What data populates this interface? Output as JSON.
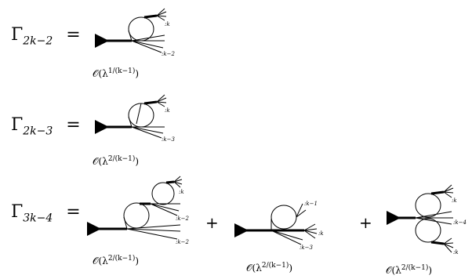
{
  "equations": [
    {
      "lhs_symbol": "Γ",
      "lhs_subscript": "2k−2",
      "equals": "=",
      "terms": [
        {
          "order": "𝒪(λ",
          "exponent": "1/(k−1)",
          "close": ")",
          "labels": [
            ":k",
            ":k−2"
          ]
        }
      ]
    },
    {
      "lhs_symbol": "Γ",
      "lhs_subscript": "2k−3",
      "equals": "=",
      "terms": [
        {
          "order": "𝒪(λ",
          "exponent": "2/(k−1)",
          "close": ")",
          "labels": [
            ":k",
            ":k−3"
          ]
        }
      ]
    },
    {
      "lhs_symbol": "Γ",
      "lhs_subscript": "3k−4",
      "equals": "=",
      "plus": "+",
      "terms": [
        {
          "order": "𝒪(λ",
          "exponent": "2/(k−1)",
          "close": ")",
          "labels": [
            ":k",
            ":k−2",
            ":k−2"
          ]
        },
        {
          "order": "𝒪(λ",
          "exponent": "2/(k−1)",
          "close": ")",
          "labels": [
            ":k−1",
            ":k",
            ":k−3"
          ]
        },
        {
          "order": "𝒪(λ",
          "exponent": "2/(k−1)",
          "close": ")",
          "labels": [
            ":k",
            ":k−4",
            ":k"
          ]
        }
      ]
    }
  ]
}
